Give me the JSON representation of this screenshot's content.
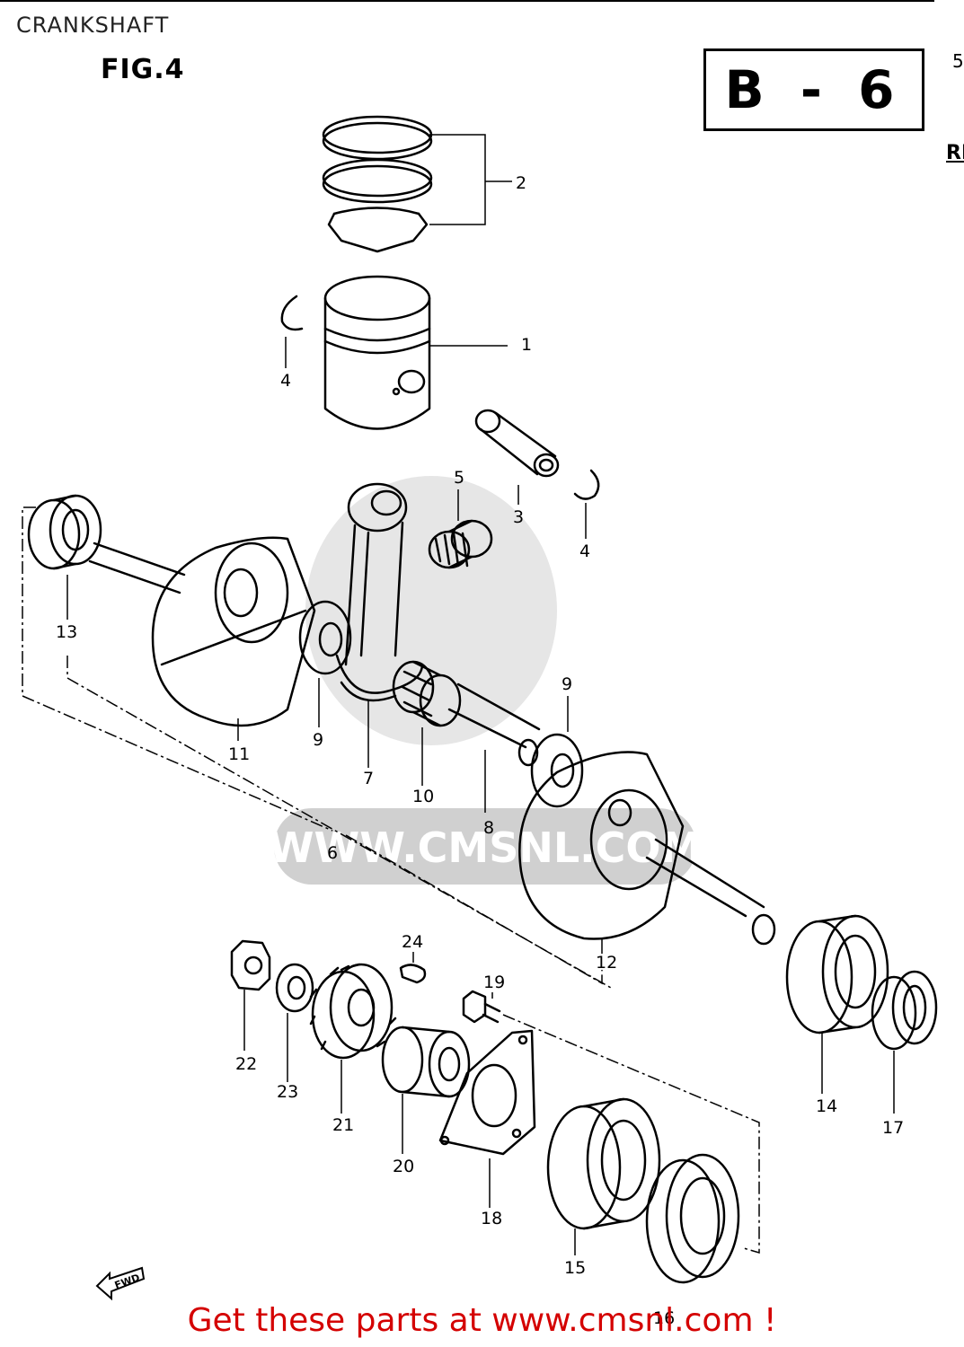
{
  "page": {
    "title": "CRANKSHAFT"
  },
  "figure": {
    "label": "FIG.4",
    "section": "B - 6",
    "edge_number": "5",
    "edge_label": "RE"
  },
  "watermark": {
    "text": "WWW.CMSNL.COM"
  },
  "fwd_arrow": {
    "label": "FWD"
  },
  "callouts": [
    "1",
    "2",
    "3",
    "4",
    "4",
    "5",
    "6",
    "7",
    "8",
    "9",
    "9",
    "10",
    "11",
    "12",
    "13",
    "14",
    "15",
    "16",
    "17",
    "18",
    "19",
    "20",
    "21",
    "22",
    "23",
    "24"
  ],
  "footer": {
    "text": "Get these parts at www.cmsnl.com !"
  },
  "colors": {
    "footer": "#d40000",
    "ink": "#000000",
    "watermark": "#d0d0d0"
  }
}
